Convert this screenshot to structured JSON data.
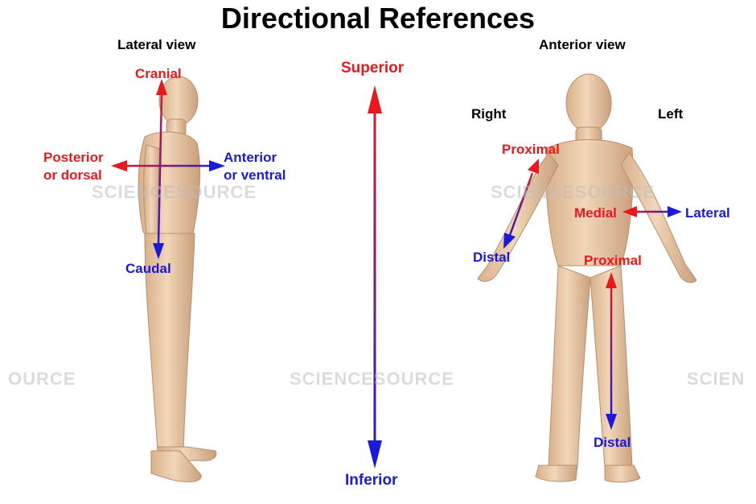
{
  "title": "Directional References",
  "lateral": {
    "heading": "Lateral view",
    "cranial": "Cranial",
    "caudal": "Caudal",
    "posterior_1": "Posterior",
    "posterior_2": "or dorsal",
    "anterior_1": "Anterior",
    "anterior_2": "or ventral"
  },
  "axis": {
    "superior": "Superior",
    "inferior": "Inferior"
  },
  "anterior": {
    "heading": "Anterior view",
    "right": "Right",
    "left": "Left",
    "arm_proximal": "Proximal",
    "arm_distal": "Distal",
    "medial": "Medial",
    "lateral": "Lateral",
    "leg_proximal": "Proximal",
    "leg_distal": "Distal"
  },
  "watermarks": [
    "SCIENCESOURCE",
    "SCIENCESOURCE",
    "OURCE",
    "SCIENCESOURCE",
    "SCIEN"
  ],
  "colors": {
    "red": "#e8191c",
    "blue": "#1a1ad8",
    "skin": "#e9c9a6",
    "skin_shade": "#d3a883"
  }
}
